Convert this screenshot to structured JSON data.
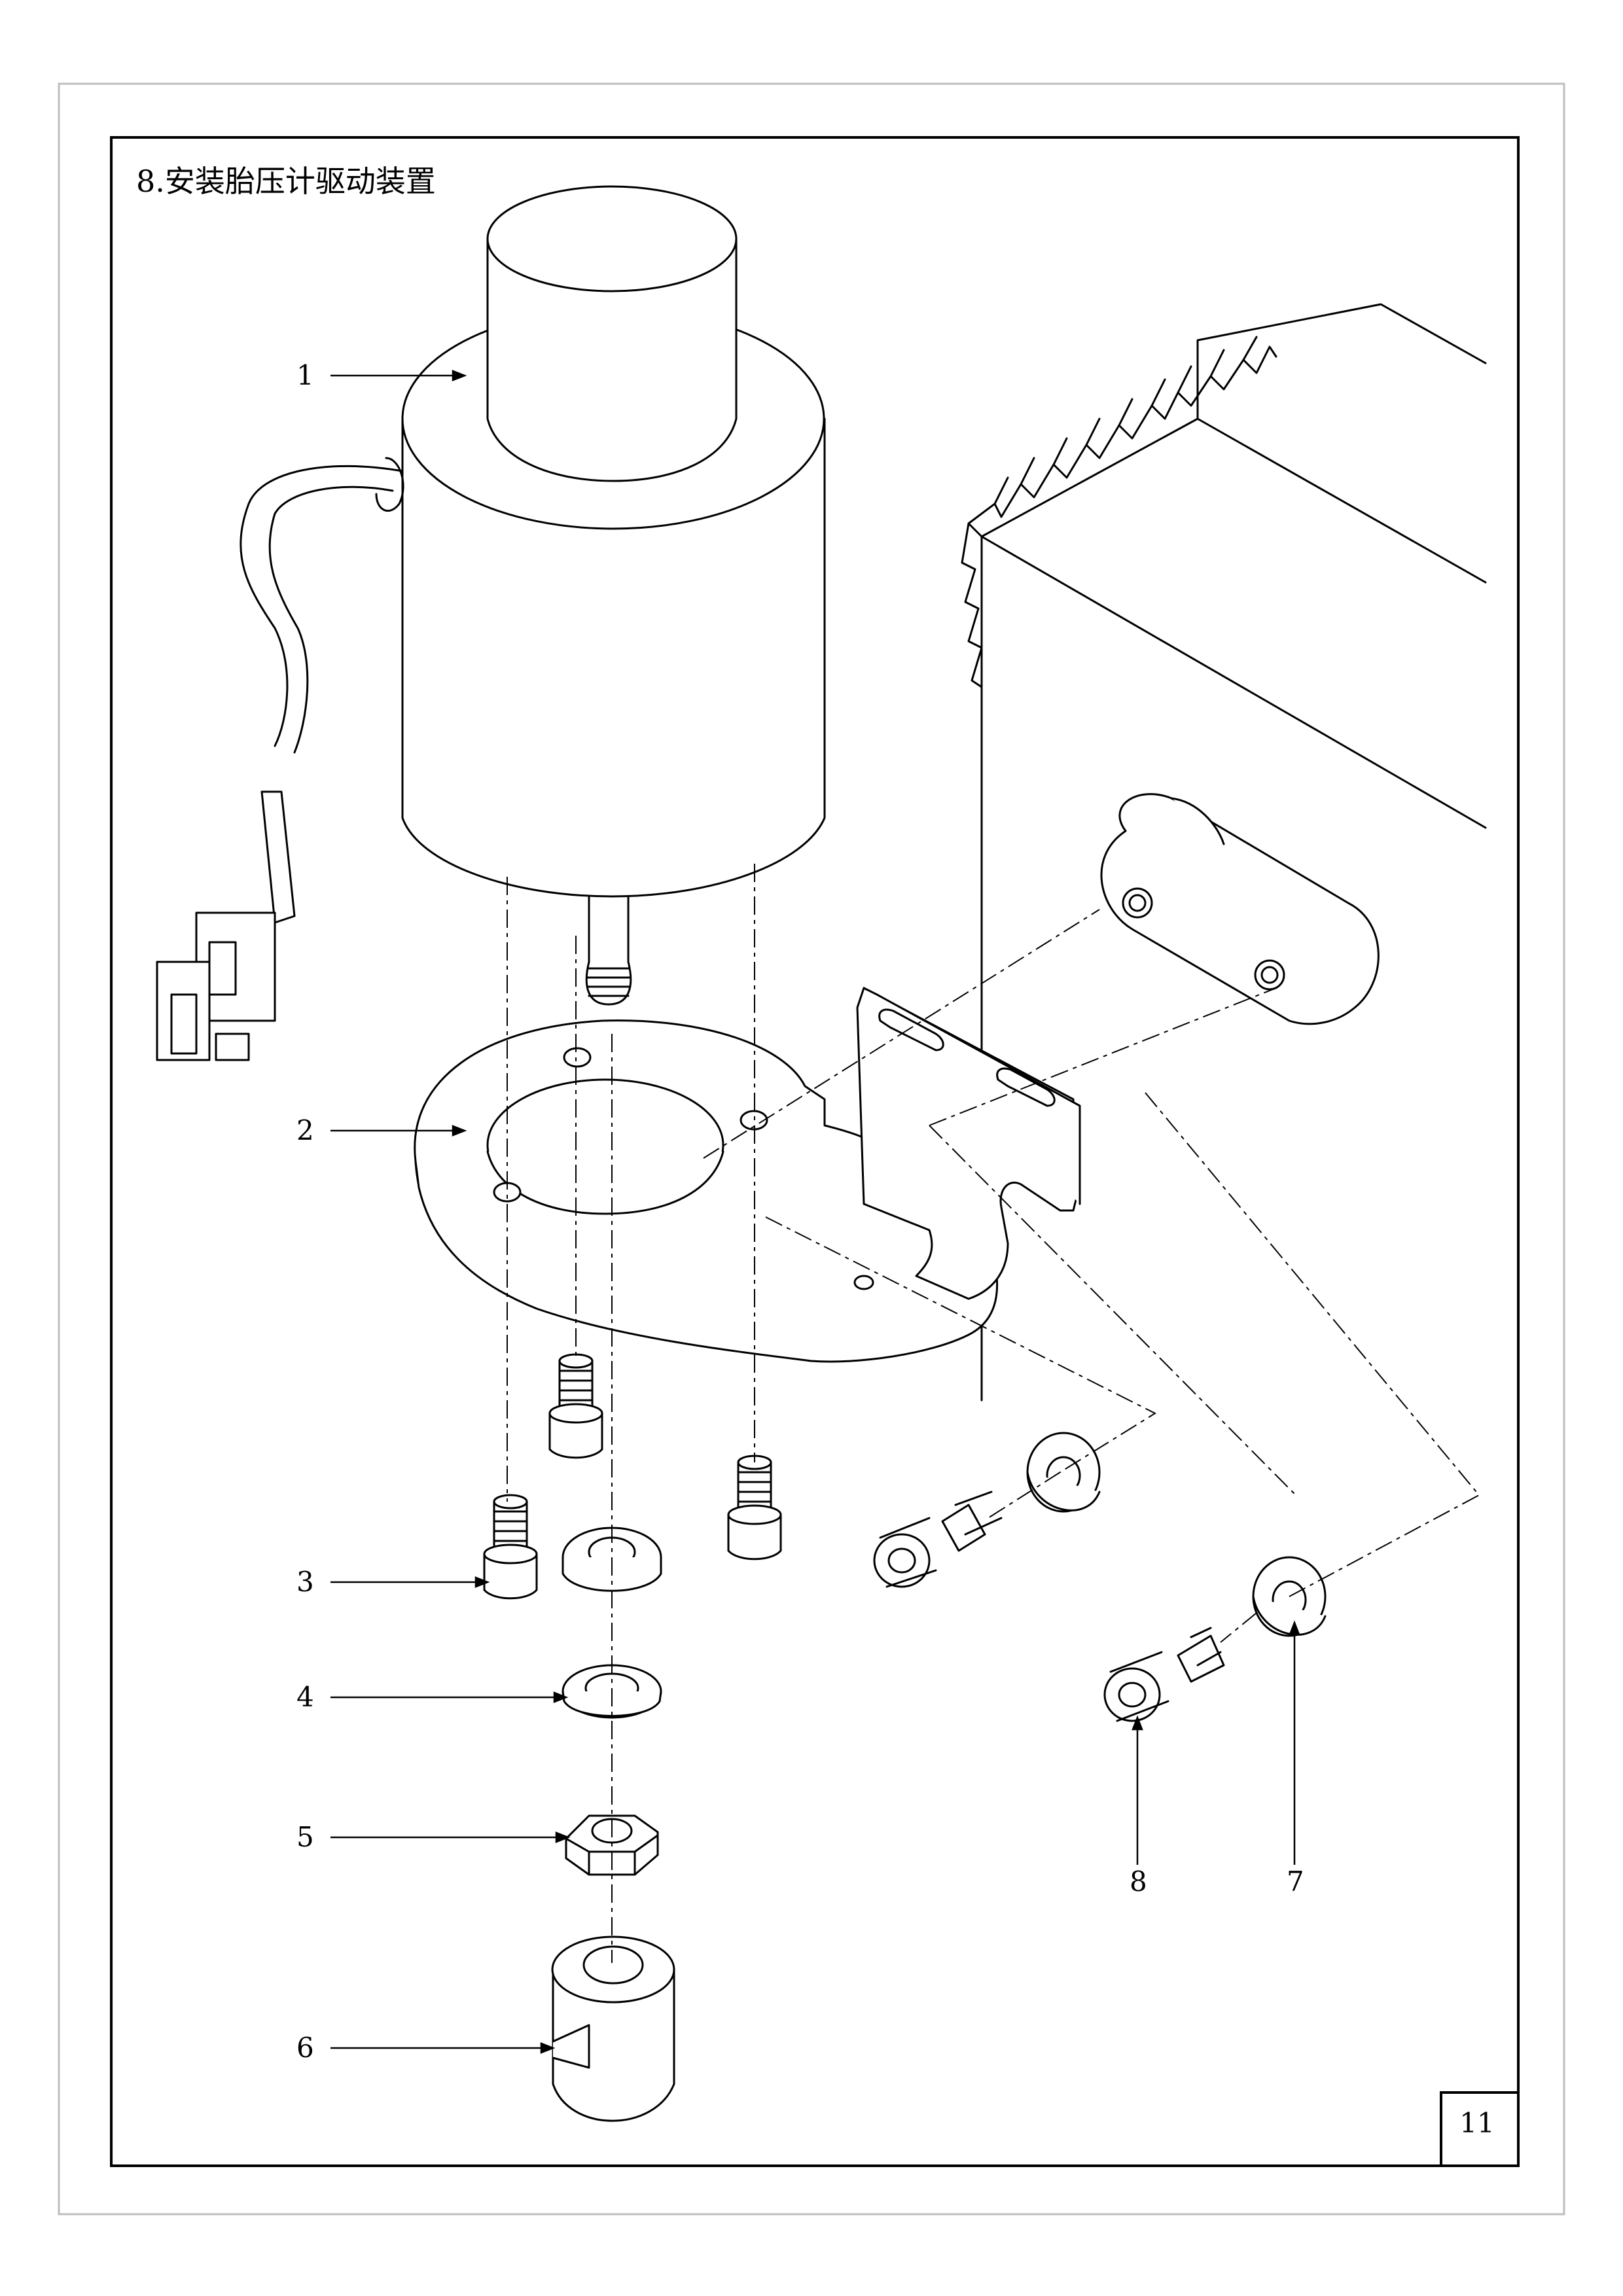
{
  "page": {
    "title": "8.安装胎压计驱动装置",
    "page_number": "11"
  },
  "callouts": [
    {
      "id": "1",
      "label": "1"
    },
    {
      "id": "2",
      "label": "2"
    },
    {
      "id": "3",
      "label": "3"
    },
    {
      "id": "4",
      "label": "4"
    },
    {
      "id": "5",
      "label": "5"
    },
    {
      "id": "6",
      "label": "6"
    },
    {
      "id": "7",
      "label": "7"
    },
    {
      "id": "8",
      "label": "8"
    }
  ]
}
